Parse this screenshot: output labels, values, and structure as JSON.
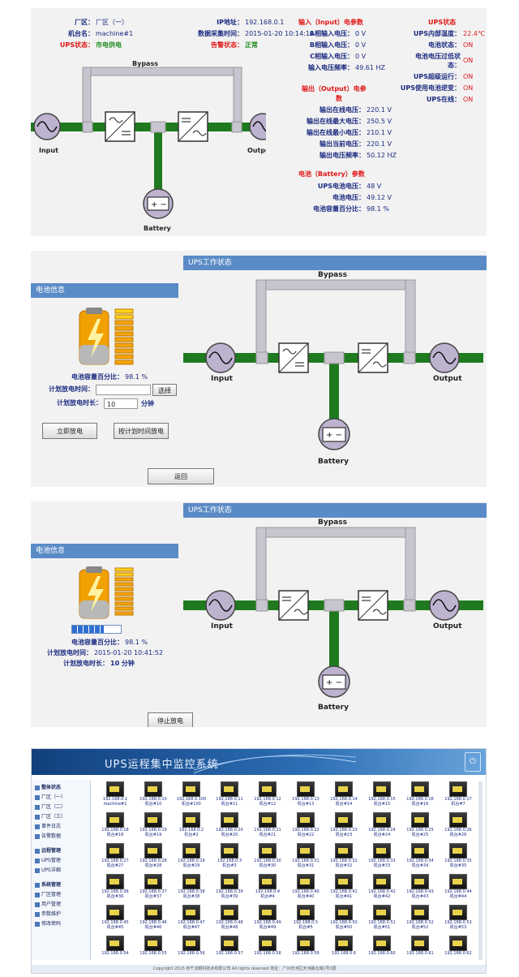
{
  "panel1": {
    "left": {
      "factory_label": "厂区：",
      "factory_value": "厂区（一）",
      "machine_label": "机台名：",
      "machine_value": "machine#1",
      "status_label": "UPS状态：",
      "status_value": "市电供电"
    },
    "mid": {
      "ip_label": "IP地址：",
      "ip_value": "192.168.0.1",
      "time_label": "数据采集时间：",
      "time_value": "2015-01-20 10:14:19",
      "alarm_label": "告警状态：",
      "alarm_value": "正常"
    },
    "input": {
      "title": "输入（Input）电参数",
      "rows": [
        {
          "label": "A相输入电压：",
          "value": "0 V"
        },
        {
          "label": "B相输入电压：",
          "value": "0 V"
        },
        {
          "label": "C相输入电压：",
          "value": "0 V"
        },
        {
          "label": "输入电压频率：",
          "value": "49.61 HZ"
        }
      ]
    },
    "output": {
      "title1": "输出（Output）电参",
      "title2": "数",
      "rows": [
        {
          "label": "输出在线电压：",
          "value": "220.1 V"
        },
        {
          "label": "输出在线最大电压：",
          "value": "250.5 V"
        },
        {
          "label": "输出在线最小电压：",
          "value": "210.1 V"
        },
        {
          "label": "输出当前电压：",
          "value": "220.1 V"
        },
        {
          "label": "输出电压频率：",
          "value": "50.12 HZ"
        }
      ]
    },
    "battery": {
      "title": "电池（Battery）参数",
      "rows": [
        {
          "label": "UPS电池电压：",
          "value": "48 V"
        },
        {
          "label": "电池电压：",
          "value": "49.12 V"
        },
        {
          "label": "电池容量百分比：",
          "value": "98.1 %"
        }
      ]
    },
    "ups": {
      "title": "UPS状态",
      "rows": [
        {
          "label": "UPS内部温度：",
          "value": "22.4℃"
        },
        {
          "label": "电池状态：",
          "value": "ON"
        },
        {
          "label": "电池电压过低状",
          "label2": "态：",
          "value": "ON"
        },
        {
          "label": "UPS超级运行：",
          "value": "ON"
        },
        {
          "label": "UPS使用电池逆变：",
          "value": "ON"
        },
        {
          "label": "UPS在线：",
          "value": "ON"
        }
      ]
    },
    "diagram": {
      "bypass": "Bypass",
      "input": "Input",
      "output": "Output",
      "battery": "Battery"
    }
  },
  "panel2": {
    "work_title": "UPS工作状态",
    "battery_info": "电池信息",
    "capacity_label": "电池容量百分比：",
    "capacity_value": "98.1 %",
    "plan_time_label": "计划放电时间：",
    "plan_time_value": "",
    "select_button": "选择",
    "duration_label": "计划放电时长：",
    "duration_value": "10",
    "duration_unit": "分钟",
    "discharge_now": "立即放电",
    "discharge_plan": "按计划时间放电",
    "back_button": "返回",
    "diagram": {
      "bypass": "Bypass",
      "input": "Input",
      "output": "Output",
      "battery": "Battery"
    }
  },
  "panel3": {
    "work_title": "UPS工作状态",
    "battery_info": "电池信息",
    "capacity_label": "电池容量百分比：",
    "capacity_value": "98.1 %",
    "plan_time_label": "计划放电时间：",
    "plan_time_value": "2015-01-20 10:41:52",
    "duration_label": "计划放电时长：",
    "duration_value": "10 分钟",
    "discharge_progress": 0.65,
    "stop_button": "停止放电",
    "diagram": {
      "bypass": "Bypass",
      "input": "Input",
      "output": "Output",
      "battery": "Battery"
    }
  },
  "panel4": {
    "app_title": "UPS运程集中监控系统",
    "sidebar": [
      {
        "label": "整体状态",
        "head": true
      },
      {
        "label": "厂区（一）",
        "head": false
      },
      {
        "label": "厂区（二）",
        "head": false
      },
      {
        "label": "厂区（三）",
        "head": false
      },
      {
        "label": "事件日志",
        "head": false
      },
      {
        "label": "告警数据",
        "head": false
      },
      {
        "label": "远程管理",
        "head": true
      },
      {
        "label": "UPS管理",
        "head": false
      },
      {
        "label": "UPS详细",
        "head": false
      },
      {
        "label": "系统管理",
        "head": true
      },
      {
        "label": "厂区管理",
        "head": false
      },
      {
        "label": "用户管理",
        "head": false
      },
      {
        "label": "参数维护",
        "head": false
      },
      {
        "label": "修改密码",
        "head": false
      }
    ],
    "devices": [
      {
        "ip": "192.168.0.1",
        "name": "machine#1"
      },
      {
        "ip": "192.168.0.10",
        "name": "机台#10"
      },
      {
        "ip": "192.168.0.100",
        "name": "机台#100"
      },
      {
        "ip": "192.168.0.11",
        "name": "机台#11"
      },
      {
        "ip": "192.168.0.12",
        "name": "机台#12"
      },
      {
        "ip": "192.168.0.13",
        "name": "机台#13"
      },
      {
        "ip": "192.168.0.14",
        "name": "机台#14"
      },
      {
        "ip": "192.168.0.15",
        "name": "机台#15"
      },
      {
        "ip": "192.168.0.16",
        "name": "机台#16"
      },
      {
        "ip": "192.168.0.17",
        "name": "机台#7"
      },
      {
        "ip": "192.168.0.18",
        "name": "机台#18"
      },
      {
        "ip": "192.168.0.19",
        "name": "机台#19"
      },
      {
        "ip": "192.168.0.2",
        "name": "机台#2"
      },
      {
        "ip": "192.168.0.20",
        "name": "机台#20"
      },
      {
        "ip": "192.168.0.21",
        "name": "机台#21"
      },
      {
        "ip": "192.168.0.22",
        "name": "机台#22"
      },
      {
        "ip": "192.168.0.23",
        "name": "机台#23"
      },
      {
        "ip": "192.168.0.24",
        "name": "机台#24"
      },
      {
        "ip": "192.168.0.25",
        "name": "机台#25"
      },
      {
        "ip": "192.168.0.26",
        "name": "机台#26"
      },
      {
        "ip": "192.168.0.27",
        "name": "机台#27"
      },
      {
        "ip": "192.168.0.28",
        "name": "机台#28"
      },
      {
        "ip": "192.168.0.29",
        "name": "机台#29"
      },
      {
        "ip": "192.168.0.3",
        "name": "机台#3"
      },
      {
        "ip": "192.168.0.30",
        "name": "机台#30"
      },
      {
        "ip": "192.168.0.31",
        "name": "机台#31"
      },
      {
        "ip": "192.168.0.32",
        "name": "机台#32"
      },
      {
        "ip": "192.168.0.33",
        "name": "机台#33"
      },
      {
        "ip": "192.168.0.34",
        "name": "机台#34"
      },
      {
        "ip": "192.168.0.35",
        "name": "机台#35"
      },
      {
        "ip": "192.168.0.36",
        "name": "机台#36"
      },
      {
        "ip": "192.168.0.37",
        "name": "机台#37"
      },
      {
        "ip": "192.168.0.38",
        "name": "机台#38"
      },
      {
        "ip": "192.168.0.39",
        "name": "机台#39"
      },
      {
        "ip": "192.168.0.4",
        "name": "机台#4"
      },
      {
        "ip": "192.168.0.40",
        "name": "机台#40"
      },
      {
        "ip": "192.168.0.41",
        "name": "机台#41"
      },
      {
        "ip": "192.168.0.42",
        "name": "机台#42"
      },
      {
        "ip": "192.168.0.43",
        "name": "机台#43"
      },
      {
        "ip": "192.168.0.44",
        "name": "机台#44"
      },
      {
        "ip": "192.168.0.45",
        "name": "机台#45"
      },
      {
        "ip": "192.168.0.46",
        "name": "机台#46"
      },
      {
        "ip": "192.168.0.47",
        "name": "机台#47"
      },
      {
        "ip": "192.168.0.48",
        "name": "机台#48"
      },
      {
        "ip": "192.168.0.49",
        "name": "机台#49"
      },
      {
        "ip": "192.168.0.5",
        "name": "机台#5"
      },
      {
        "ip": "192.168.0.50",
        "name": "机台#50"
      },
      {
        "ip": "192.168.0.51",
        "name": "机台#51"
      },
      {
        "ip": "192.168.0.52",
        "name": "机台#52"
      },
      {
        "ip": "192.168.0.53",
        "name": "机台#53"
      },
      {
        "ip": "192.168.0.54",
        "name": ""
      },
      {
        "ip": "192.168.0.55",
        "name": ""
      },
      {
        "ip": "192.168.0.56",
        "name": ""
      },
      {
        "ip": "192.168.0.57",
        "name": ""
      },
      {
        "ip": "192.168.0.58",
        "name": ""
      },
      {
        "ip": "192.168.0.59",
        "name": ""
      },
      {
        "ip": "192.168.0.6",
        "name": ""
      },
      {
        "ip": "192.168.0.60",
        "name": ""
      },
      {
        "ip": "192.168.0.61",
        "name": ""
      },
      {
        "ip": "192.168.0.62",
        "name": ""
      }
    ],
    "footer": "Copyright 2015 有千龙眼科技术有限公司 All rights reserved 地址：广州天河区天河路北城1号3层"
  }
}
